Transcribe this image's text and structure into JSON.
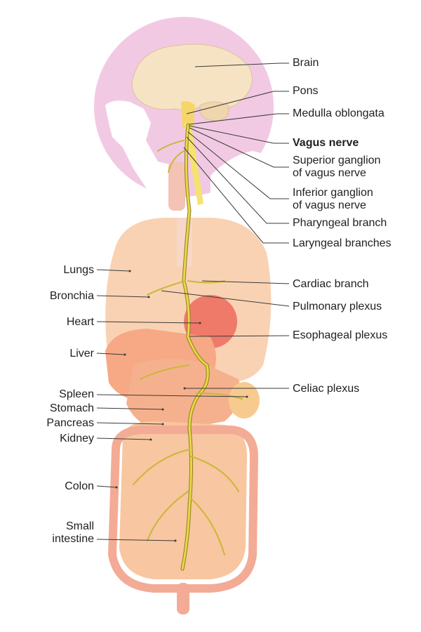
{
  "diagram": {
    "labels_right": [
      {
        "id": "brain",
        "text": "Brain"
      },
      {
        "id": "pons",
        "text": "Pons"
      },
      {
        "id": "medulla",
        "text": "Medulla oblongata"
      },
      {
        "id": "vagus",
        "text": "Vagus nerve"
      },
      {
        "id": "superior",
        "line1": "Superior ganglion",
        "line2": "of vagus nerve"
      },
      {
        "id": "inferior",
        "line1": "Inferior ganglion",
        "line2": "of vagus nerve"
      },
      {
        "id": "pharyngeal",
        "text": "Pharyngeal branch"
      },
      {
        "id": "laryngeal",
        "text": "Laryngeal branches"
      },
      {
        "id": "cardiac",
        "text": "Cardiac branch"
      },
      {
        "id": "pulmonary",
        "text": "Pulmonary plexus"
      },
      {
        "id": "esophageal",
        "text": "Esophageal plexus"
      },
      {
        "id": "celiac",
        "text": "Celiac plexus"
      }
    ],
    "labels_left": [
      {
        "id": "lungs",
        "text": "Lungs"
      },
      {
        "id": "bronchia",
        "text": "Bronchia"
      },
      {
        "id": "heart",
        "text": "Heart"
      },
      {
        "id": "liver",
        "text": "Liver"
      },
      {
        "id": "spleen",
        "text": "Spleen"
      },
      {
        "id": "stomach",
        "text": "Stomach"
      },
      {
        "id": "pancreas",
        "text": "Pancreas"
      },
      {
        "id": "kidney",
        "text": "Kidney"
      },
      {
        "id": "colon",
        "text": "Colon"
      },
      {
        "id": "small_intestine",
        "line1": "Small",
        "line2": "intestine"
      }
    ],
    "colors": {
      "head_silhouette": "#f2c9e3",
      "brain": "#f6e3c3",
      "nerve": "#e8d84a",
      "nerve_outline": "#8f7f1a",
      "lungs": "#f9d2b3",
      "liver": "#f6a984",
      "heart": "#ef7a6a",
      "stomach": "#f5b18d",
      "intestine": "#f8c6a0",
      "colon": "#f3ab95",
      "leader_line": "#3a3a3a"
    }
  }
}
